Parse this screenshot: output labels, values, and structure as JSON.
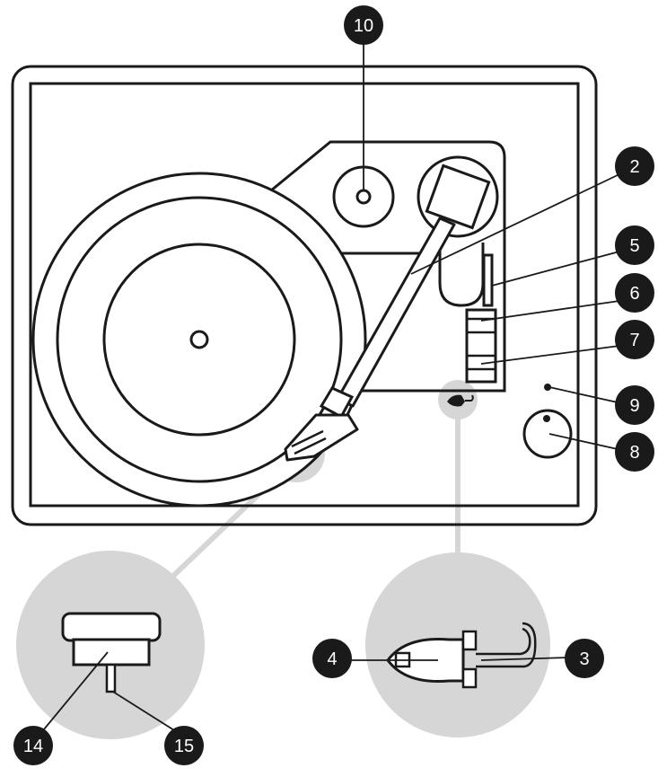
{
  "colors": {
    "line": "#1a1a1a",
    "callout_fill": "#1a1a1a",
    "callout_text": "#ffffff",
    "zoom_highlight": "#d6d6d6",
    "background": "#ffffff"
  },
  "callouts": {
    "c2": "2",
    "c3": "3",
    "c4": "4",
    "c5": "5",
    "c6": "6",
    "c7": "7",
    "c8": "8",
    "c9": "9",
    "c10": "10",
    "c14": "14",
    "c15": "15"
  }
}
